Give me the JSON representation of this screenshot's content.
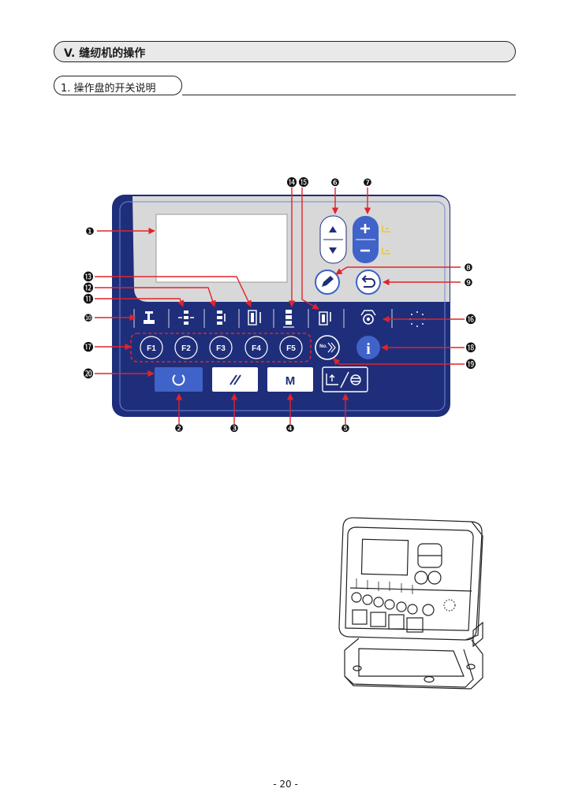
{
  "section": {
    "title": "V. 缝纫机的操作"
  },
  "subsection": {
    "title": "1. 操作盘的开关说明"
  },
  "panel": {
    "f_keys": [
      "F1",
      "F2",
      "F3",
      "F4",
      "F5"
    ],
    "m_key": "M",
    "no_key": "No.",
    "info_key": "i",
    "callouts": [
      "❶",
      "❷",
      "❸",
      "❹",
      "❺",
      "❻",
      "❼",
      "❽",
      "❾",
      "❿",
      "⓫",
      "⓬",
      "⓭",
      "⓮",
      "⓯",
      "⓰",
      "⓱",
      "⓲",
      "⓳",
      "⓴"
    ]
  },
  "colors": {
    "navy": "#1f2e7a",
    "blue": "#3f63c8",
    "gray": "#d9d9d9",
    "callout_red": "#e0242c"
  },
  "page": {
    "number": "- 20 -"
  }
}
